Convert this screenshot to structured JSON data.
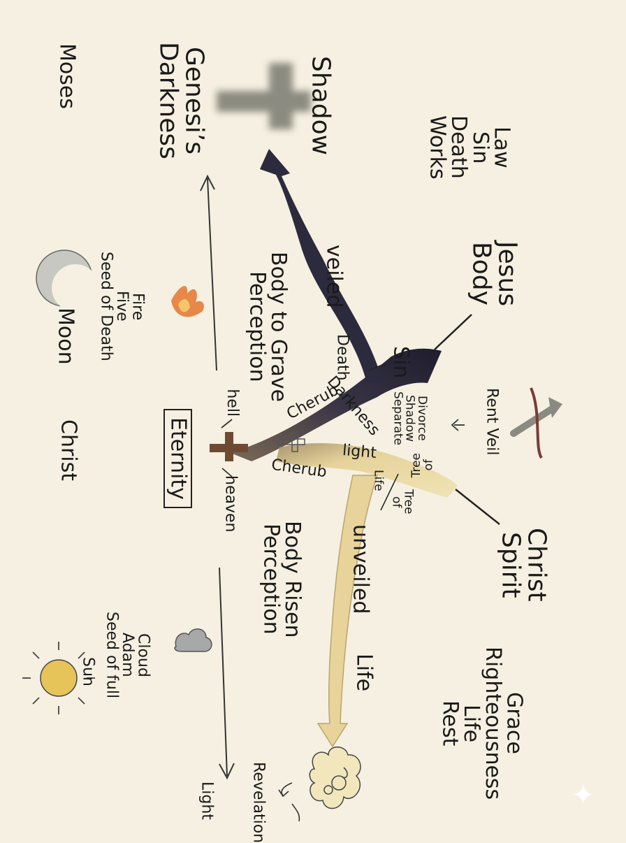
{
  "labels": {
    "moses": "Moses",
    "genesis_darkness": "Genesi’s\nDarkness",
    "shadow": "Shadow",
    "law_list": "Law\nSin\nDeath\nWorks",
    "jesus_body": "Jesus\nBody",
    "veiled": "veiled",
    "body_to_grave": "Body to Grave\nPerception",
    "fire_five": "Fire\nFive\nSeed of Death",
    "moon": "Moon",
    "tree_of_death_top": "Tree\nof",
    "death": "Death",
    "sin": "Sin",
    "darkness": "Darkness",
    "rent_veil": "Rent Veil",
    "divorce_shadow_separate": "Divorce\nShadow\nSeparate",
    "cherub_top": "Cherub",
    "hell": "hell",
    "eternity": "Eternity",
    "christ_left": "Christ",
    "light_path": "light",
    "tree_of_life_top": "Tree\nof",
    "life_path": "Life",
    "tree_of_life_veil": "Tree\nof",
    "cherub_bottom": "Cherub",
    "heaven": "heaven",
    "christ_spirit": "Christ\nSpirit",
    "unveiled": "unveiled",
    "body_risen": "Body Risen\nPerception",
    "cloud_adam": "Cloud\nAdam\nSeed of full",
    "sun": "Sun",
    "life": "Life",
    "grace_list": "Grace\nRighteousness\nLife\nRest",
    "revelation": "Revelation",
    "light": "Light"
  },
  "icons": [
    "blurred-cross-icon",
    "flame-icon",
    "crescent-moon-icon",
    "crossed-arrow-icon",
    "brown-cross-icon",
    "small-cross-icon",
    "cloud-icon",
    "sun-icon",
    "swirl-cloud-icon",
    "sparkle-icon"
  ],
  "colors": {
    "background": "#f5f0e1",
    "dark_path": "#2c2a3d",
    "light_path": "#e8d49a",
    "sun": "#e6c45a",
    "cross": "#6e4a33"
  }
}
